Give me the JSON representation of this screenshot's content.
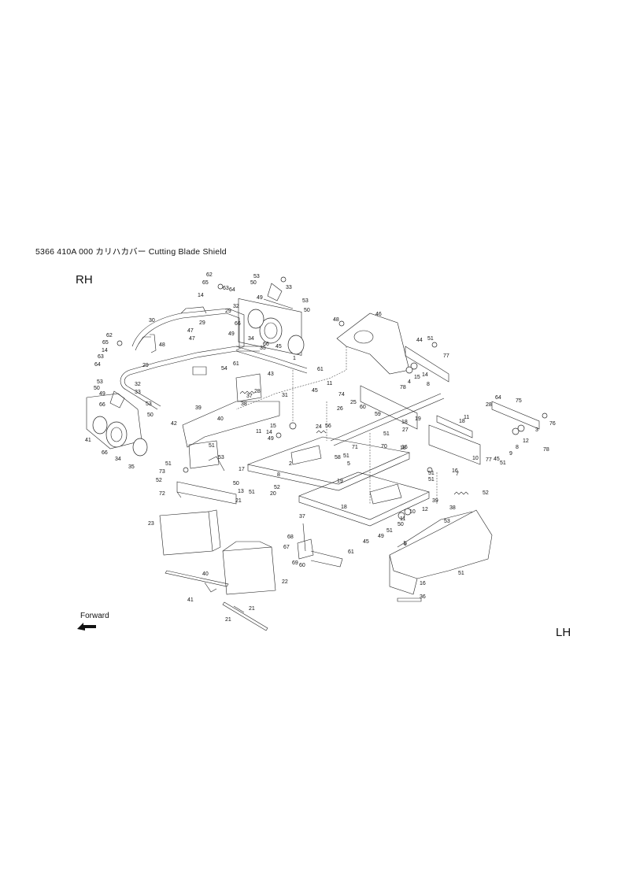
{
  "title": "5366  410A  000 カリハカバー  Cutting  Blade  Shield",
  "labels": {
    "rh": "RH",
    "lh": "LH",
    "forward": "Forward"
  },
  "callouts": [
    "62",
    "65",
    "63",
    "14",
    "64",
    "53",
    "50",
    "49",
    "33",
    "53",
    "50",
    "32",
    "30",
    "29",
    "29",
    "66",
    "49",
    "48",
    "47",
    "47",
    "35",
    "34",
    "66",
    "45",
    "61",
    "43",
    "31",
    "54",
    "1",
    "61",
    "62",
    "65",
    "14",
    "63",
    "64",
    "29",
    "32",
    "53",
    "50",
    "49",
    "33",
    "53",
    "50",
    "28",
    "37",
    "38",
    "39",
    "42",
    "51",
    "40",
    "53",
    "41",
    "66",
    "34",
    "35",
    "66",
    "49",
    "11",
    "15",
    "14",
    "8",
    "17",
    "50",
    "2",
    "51",
    "73",
    "52",
    "72",
    "13",
    "51",
    "21",
    "52",
    "20",
    "46",
    "48",
    "44",
    "51",
    "77",
    "78",
    "4",
    "15",
    "14",
    "8",
    "11",
    "45",
    "74",
    "25",
    "26",
    "60",
    "59",
    "24",
    "56",
    "58",
    "27",
    "51",
    "18",
    "19",
    "18",
    "18",
    "16",
    "51",
    "5",
    "71",
    "70",
    "64",
    "28",
    "75",
    "76",
    "3",
    "78",
    "77",
    "45",
    "51",
    "9",
    "8",
    "12",
    "10",
    "11",
    "7",
    "16",
    "19",
    "18",
    "51",
    "51",
    "52",
    "39",
    "53",
    "38",
    "37",
    "68",
    "67",
    "69",
    "60",
    "61",
    "45",
    "1",
    "51",
    "49",
    "50",
    "11",
    "10",
    "12",
    "9",
    "51",
    "16",
    "36",
    "40",
    "41",
    "23",
    "22",
    "21",
    "21",
    "23",
    "22"
  ]
}
